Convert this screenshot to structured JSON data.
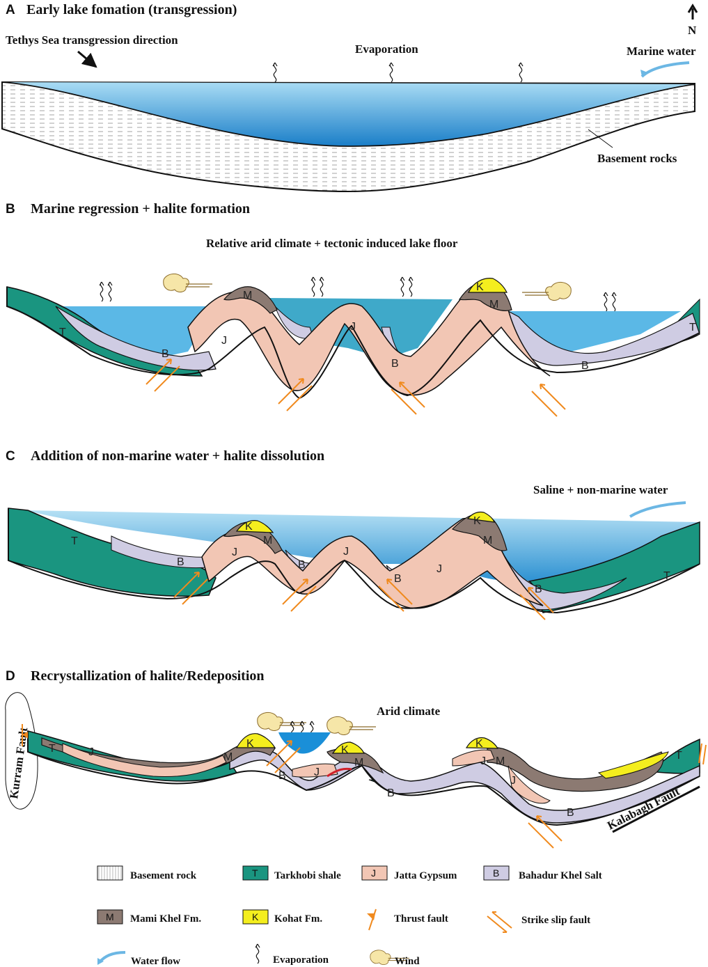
{
  "panels": {
    "a": {
      "label": "A",
      "title": "Early lake fomation (transgression)",
      "transgression": "Tethys Sea transgression direction",
      "evaporation": "Evaporation",
      "marine_water": "Marine water",
      "basement": "Basement rocks",
      "north": "N"
    },
    "b": {
      "label": "B",
      "title": "Marine regression + halite formation",
      "climate": "Relative arid climate + tectonic induced lake floor"
    },
    "c": {
      "label": "C",
      "title": "Addition of non-marine water + halite dissolution",
      "water": "Saline + non-marine water"
    },
    "d": {
      "label": "D",
      "title": "Recrystallization of halite/Redeposition",
      "climate": "Arid climate",
      "kurram": "Kurram Fault",
      "kalabagh": "Kalabagh Fault"
    }
  },
  "units": {
    "T": "T",
    "J": "J",
    "B": "B",
    "M": "M",
    "K": "K"
  },
  "legend": {
    "basement": "Basement rock",
    "tarkhobi": "Tarkhobi shale",
    "jatta": "Jatta Gypsum",
    "bahadur": "Bahadur Khel Salt",
    "mami": "Mami Khel Fm.",
    "kohat": "Kohat Fm.",
    "thrust": "Thrust fault",
    "strike": "Strike slip fault",
    "water": "Water flow",
    "evap": "Evaporation",
    "wind": "Wind"
  },
  "colors": {
    "tarkhobi": "#1a9580",
    "jatta": "#f2c6b4",
    "bahadur": "#cfcce3",
    "mami": "#8c7a72",
    "kohat": "#f4ee1e",
    "water": "#5bb8e6",
    "fault": "#f08a1e",
    "flow": "#6cb7e4"
  }
}
